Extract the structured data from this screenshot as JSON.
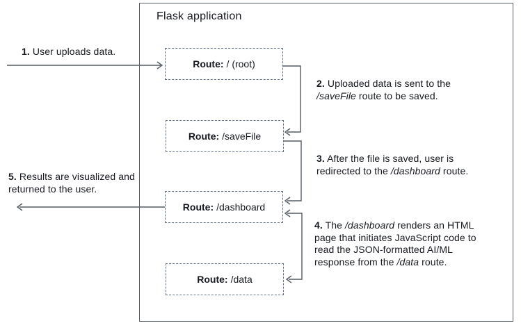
{
  "diagram": {
    "title": "Flask application",
    "colors": {
      "background": "#ffffff",
      "container_border": "#545b64",
      "route_box_border": "#5f7183",
      "connector": "#545b64",
      "text": "#16191f"
    },
    "routes": [
      {
        "prefix": "Route:",
        "path": "/ (root)"
      },
      {
        "prefix": "Route:",
        "path": "/saveFile"
      },
      {
        "prefix": "Route:",
        "path": "/dashboard"
      },
      {
        "prefix": "Route:",
        "path": "/data"
      }
    ],
    "steps": [
      {
        "segments": [
          {
            "t": "1.",
            "b": true
          },
          {
            "t": " User uploads data."
          }
        ]
      },
      {
        "segments": [
          {
            "t": "2.",
            "b": true
          },
          {
            "t": " Uploaded data is sent to the "
          },
          {
            "t": "/saveFile",
            "i": true
          },
          {
            "t": " route to be saved."
          }
        ]
      },
      {
        "segments": [
          {
            "t": "3.",
            "b": true
          },
          {
            "t": " After the file is saved, user is redirected to the "
          },
          {
            "t": "/dashboard",
            "i": true
          },
          {
            "t": " route."
          }
        ]
      },
      {
        "segments": [
          {
            "t": "4.",
            "b": true
          },
          {
            "t": " The "
          },
          {
            "t": "/dashboard",
            "i": true
          },
          {
            "t": " renders an HTML page that initiates JavaScript code to read the JSON-formatted AI/ML response from the "
          },
          {
            "t": "/data",
            "i": true
          },
          {
            "t": " route."
          }
        ]
      },
      {
        "segments": [
          {
            "t": "5.",
            "b": true
          },
          {
            "t": " Results are visualized and returned to the user."
          }
        ]
      }
    ]
  }
}
